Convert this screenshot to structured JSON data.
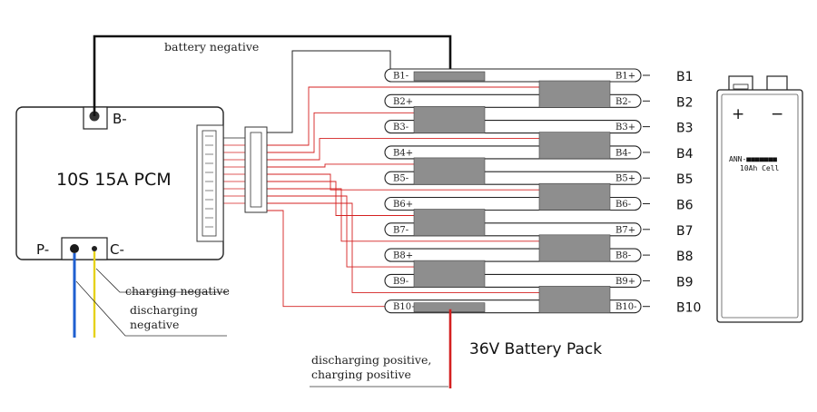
{
  "pcm": {
    "title": "10S 15A PCM",
    "b_minus": "B-",
    "p_minus": "P-",
    "c_minus": "C-"
  },
  "labels": {
    "battery_negative": "battery negative",
    "charging_negative": "charging negative",
    "discharging_negative_1": "discharging",
    "discharging_negative_2": "negative",
    "discharging_positive_1": "discharging positive,",
    "discharging_positive_2": "charging positive"
  },
  "pack": {
    "title": "36V Battery Pack",
    "cells": [
      {
        "left": "B1-",
        "right": "B1+",
        "tag": "B1"
      },
      {
        "left": "B2+",
        "right": "B2-",
        "tag": "B2"
      },
      {
        "left": "B3-",
        "right": "B3+",
        "tag": "B3"
      },
      {
        "left": "B4+",
        "right": "B4-",
        "tag": "B4"
      },
      {
        "left": "B5-",
        "right": "B5+",
        "tag": "B5"
      },
      {
        "left": "B6+",
        "right": "B6-",
        "tag": "B6"
      },
      {
        "left": "B7-",
        "right": "B7+",
        "tag": "B7"
      },
      {
        "left": "B8+",
        "right": "B8-",
        "tag": "B8"
      },
      {
        "left": "B9-",
        "right": "B9+",
        "tag": "B9"
      },
      {
        "left": "B10+",
        "right": "B10-",
        "tag": "B10"
      }
    ]
  },
  "cell_detail": {
    "plus": "+",
    "minus": "−",
    "model": "ANN-■■■■■■■",
    "capacity": "10Ah Cell"
  },
  "colors": {
    "wire_black": "#111111",
    "wire_red": "#d42020",
    "wire_blue": "#1f5fd0",
    "wire_yellow": "#e6d21a",
    "strip": "#8e8e8e"
  }
}
